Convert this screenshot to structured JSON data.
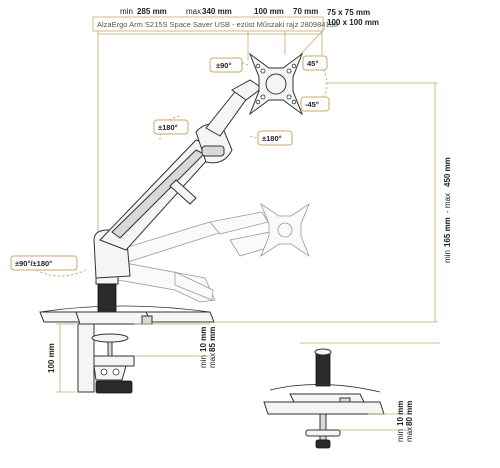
{
  "caption": "AlzaErgo Arm S215S Space Saver USB - ezüst Műszaki rajz 280984138",
  "arm_length": {
    "min_prefix": "min",
    "min_value": "285 mm",
    "max_prefix": "max",
    "max_value": "340 mm",
    "segment_1": "100 mm",
    "segment_2": "70 mm"
  },
  "vesa": {
    "line_1": "75 x 75 mm",
    "line_2": "100 x 100 mm"
  },
  "angles": {
    "swivel_top": "±90°",
    "tilt_up": "45°",
    "tilt_down": "-45°",
    "arm_swivel": "±180°",
    "rotate": "±180°",
    "base_swivel": "±90°/±180°"
  },
  "height": {
    "min_prefix": "min",
    "min_value": "165 mm",
    "separator": "- max",
    "max_value": "450 mm"
  },
  "clamp": {
    "height": "100 mm",
    "min_prefix": "min",
    "min_value": "10 mm",
    "max_prefix": "max",
    "max_value": "85 mm"
  },
  "grommet": {
    "min_prefix": "min",
    "min_value": "10 mm",
    "max_prefix": "max",
    "max_value": "80 mm"
  },
  "colors": {
    "accent": "#c8a96a",
    "line": "#333333"
  }
}
